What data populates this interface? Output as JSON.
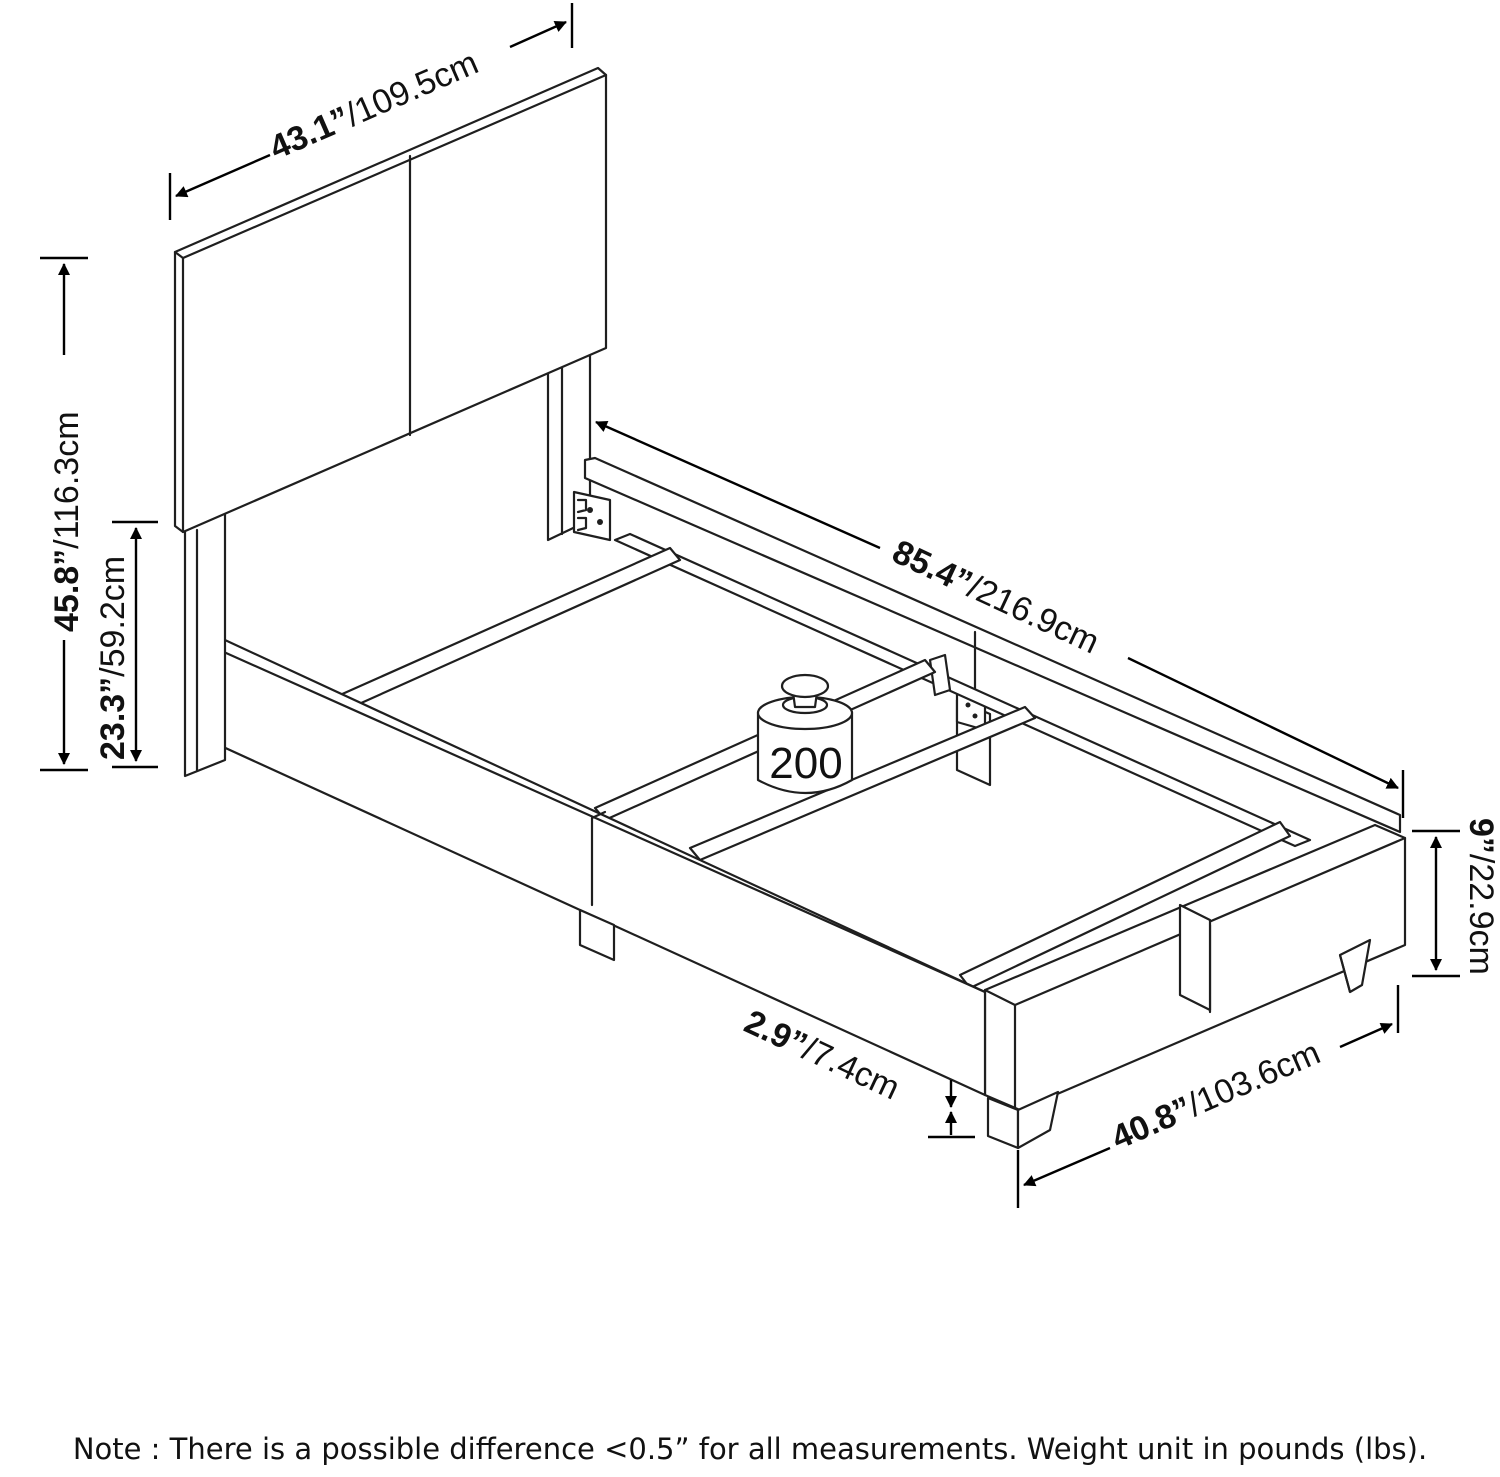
{
  "dimensions": {
    "headboard_width": {
      "inch": "43.1”",
      "cm": "/109.5cm"
    },
    "total_height": {
      "inch": "45.8”",
      "cm": "/116.3cm"
    },
    "headboard_panel_bottom_height": {
      "inch": "23.3”",
      "cm": "/59.2cm"
    },
    "length": {
      "inch": "85.4”",
      "cm": "/216.9cm"
    },
    "side_rail_height": {
      "inch": "9”",
      "cm": "/22.9cm"
    },
    "ground_clearance": {
      "inch": "2.9”",
      "cm": "/7.4cm"
    },
    "width": {
      "inch": "40.8”",
      "cm": "/103.6cm"
    }
  },
  "weight_capacity": "200",
  "note": "Note : There is a possible difference <0.5” for all measurements. Weight unit in pounds (lbs)."
}
